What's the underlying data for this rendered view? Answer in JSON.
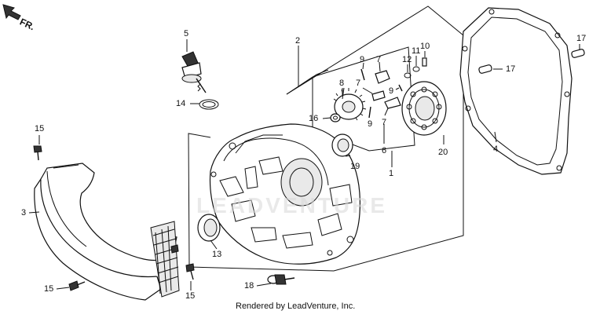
{
  "diagram": {
    "direction_arrow_label": "FR.",
    "watermark": "LEADVENTURE",
    "caption": "Rendered by LeadVenture, Inc.",
    "callouts": {
      "c1": "1",
      "c2": "2",
      "c3": "3",
      "c4": "4",
      "c5": "5",
      "c6": "6",
      "c7a": "7",
      "c7b": "7",
      "c7c": "7",
      "c8": "8",
      "c9a": "9",
      "c9b": "9",
      "c9c": "9",
      "c10": "10",
      "c11": "11",
      "c12": "12",
      "c13": "13",
      "c14": "14",
      "c15a": "15",
      "c15b": "15",
      "c16": "16",
      "c17a": "17",
      "c17b": "17",
      "c18": "18",
      "c19": "19",
      "c20": "20"
    }
  }
}
